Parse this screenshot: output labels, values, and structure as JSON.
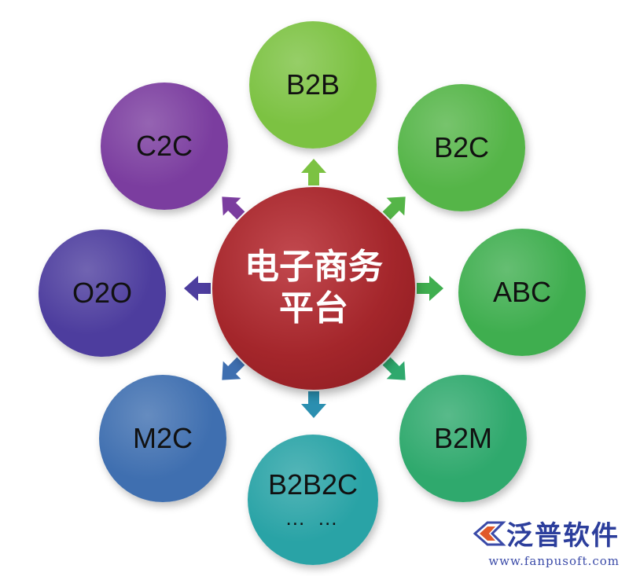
{
  "center": {
    "line1": "电子商务",
    "line2": "平台",
    "color": "#a4262b"
  },
  "nodes": [
    {
      "id": "b2b",
      "label": "B2B",
      "color": "#7cc242"
    },
    {
      "id": "b2c",
      "label": "B2C",
      "color": "#55b548"
    },
    {
      "id": "abc",
      "label": "ABC",
      "color": "#3fae4f"
    },
    {
      "id": "b2m",
      "label": "B2M",
      "color": "#2fa96d"
    },
    {
      "id": "b2b2c",
      "label": "B2B2C",
      "sub": "… …",
      "color": "#29a3a6"
    },
    {
      "id": "m2c",
      "label": "M2C",
      "color": "#3f6fb0"
    },
    {
      "id": "o2o",
      "label": "O2O",
      "color": "#4d3d9e"
    },
    {
      "id": "c2c",
      "label": "C2C",
      "color": "#7b3d9f"
    }
  ],
  "brand": {
    "name": "泛普软件",
    "url": "www.fanpusoft.com"
  }
}
